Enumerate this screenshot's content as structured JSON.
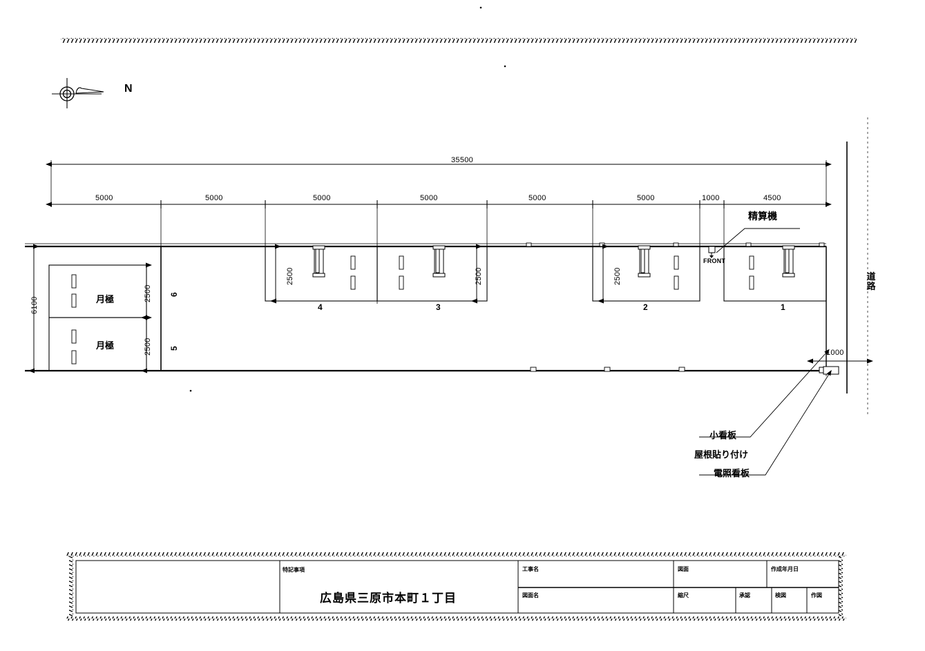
{
  "drawing": {
    "type": "parking-lot-site-plan",
    "north_label": "N",
    "road_label": "道路",
    "front_label": "FRONT",
    "payment_machine_label": "精算機",
    "overall_width_dim": "35500",
    "overall_height_dim": "6100",
    "bay_dims": [
      "5000",
      "5000",
      "5000",
      "5000",
      "5000",
      "5000",
      "1000",
      "4500"
    ],
    "right_offset_dim": "1000",
    "stall_depth_dims": [
      "2500",
      "2500",
      "2500",
      "2500",
      "2500",
      "2500"
    ],
    "monthly_label": "月極",
    "stall_numbers": {
      "one": "1",
      "two": "2",
      "three": "3",
      "four": "4",
      "five": "5",
      "six": "6"
    },
    "annotations": [
      "小看板",
      "屋根貼り付け",
      "電照看板"
    ]
  },
  "title_block": {
    "notes_header": "特記事項",
    "address": "広島県三原市本町１丁目",
    "fields_top": [
      {
        "label": "工事名",
        "value": ""
      },
      {
        "label": "図面",
        "value": ""
      },
      {
        "label": "作成年月日",
        "value": ""
      }
    ],
    "fields_bottom": [
      {
        "label": "図面名",
        "value": ""
      },
      {
        "label": "縮尺",
        "value": ""
      },
      {
        "label": "承認",
        "value": ""
      },
      {
        "label": "検図",
        "value": ""
      },
      {
        "label": "作図",
        "value": ""
      }
    ]
  },
  "colors": {
    "ink": "#000000",
    "paper": "#ffffff",
    "light": "#555555"
  }
}
